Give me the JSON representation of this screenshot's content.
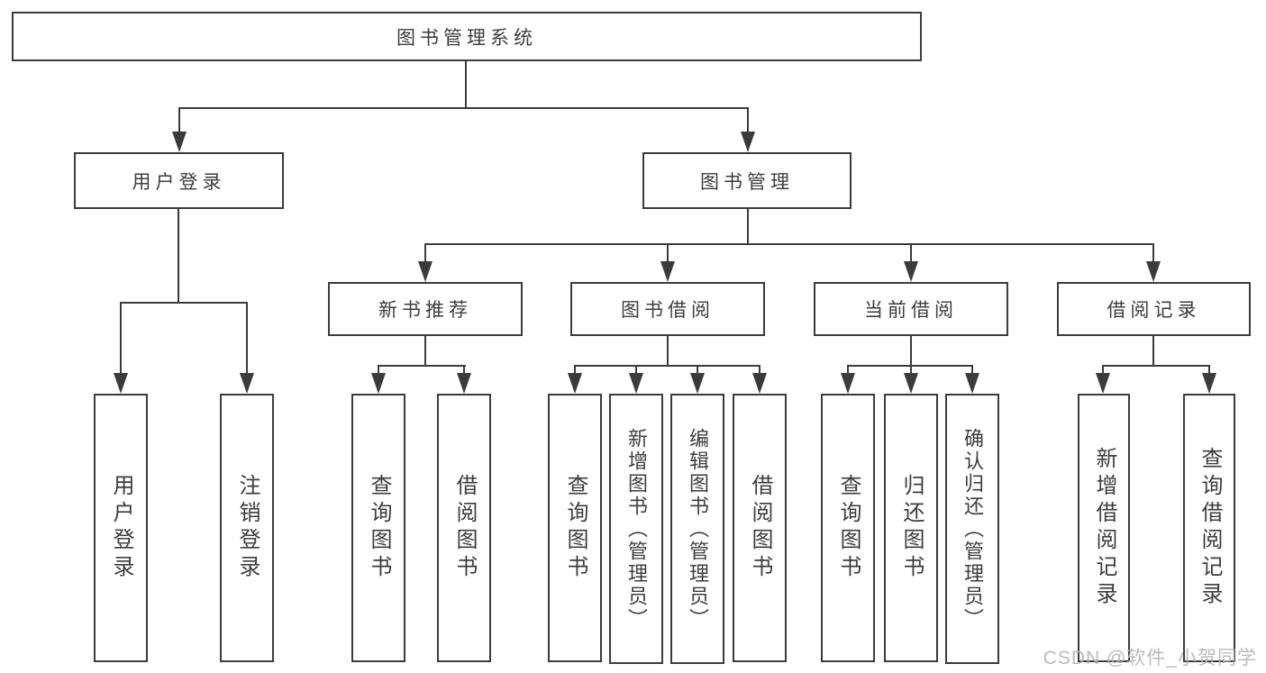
{
  "colors": {
    "line": "#3b3b3b",
    "text": "#3d3d3d",
    "watermark": "#b4b4b8",
    "background": "#ffffff"
  },
  "nodes": {
    "root": "图书管理系统",
    "user_login": "用户登录",
    "book_mgmt": "图书管理",
    "new_book_rec": "新书推荐",
    "book_borrow": "图书借阅",
    "current_borrow": "当前借阅",
    "borrow_records": "借阅记录",
    "ul_user_login": "用户登录",
    "ul_logout": "注销登录",
    "nb_query_books": "查询图书",
    "nb_borrow_books": "借阅图书",
    "bb_query_books": "查询图书",
    "bb_add_books_admin": "新增图书（管理员）",
    "bb_edit_books_admin": "编辑图书（管理员）",
    "bb_borrow_books": "借阅图书",
    "cb_query_books": "查询图书",
    "cb_return_books": "归还图书",
    "cb_confirm_return_admin": "确认归还（管理员）",
    "br_add_borrow_record": "新增借阅记录",
    "br_query_borrow_record": "查询借阅记录"
  },
  "watermark": "CSDN @软件_小贺同学"
}
